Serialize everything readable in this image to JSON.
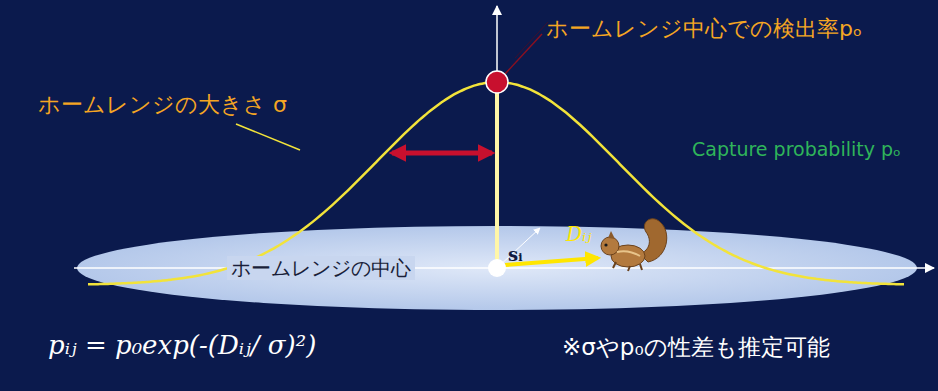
{
  "diagram": {
    "nodes": [
      {
        "text": [
          "ホームレンジの中心"
        ]
      }
    ],
    "labels": [
      "ホームレンジ中心での検出率pₒ",
      "ホームレンジの大きさ σ",
      "Capture probability pₒ",
      "sᵢ",
      "Dᵢⱼ",
      "pᵢⱼ = p₀exp(-(Dᵢⱼ/ σ)²)",
      "※σやp₀の性差も推定可能"
    ]
  }
}
